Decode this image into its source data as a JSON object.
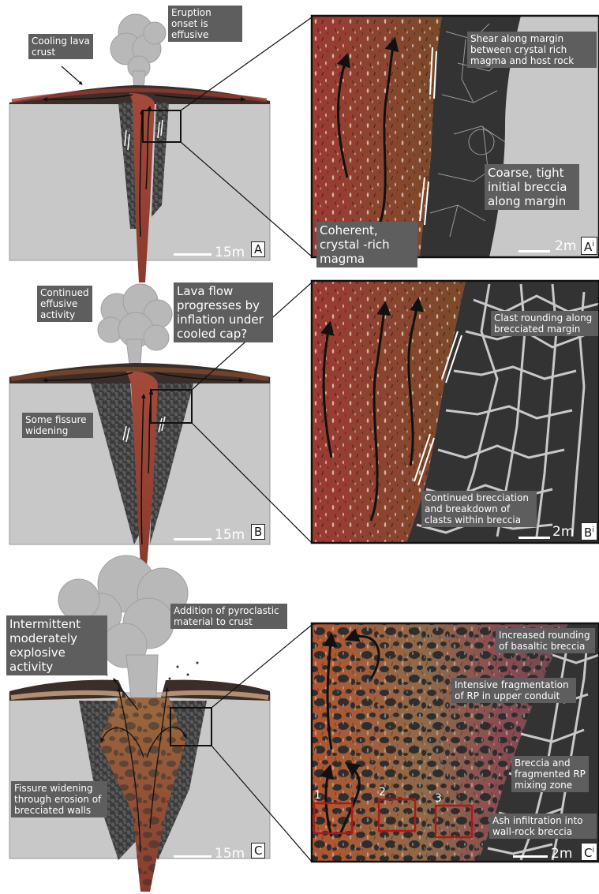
{
  "panels": [
    {
      "id": "A",
      "cross_section": {
        "scale_label": "15m",
        "panel_tag": "A",
        "annotations": [
          "Cooling lava crust",
          "Eruption onset is effusive"
        ]
      },
      "zoom": {
        "scale_label": "2m",
        "panel_tag": "A",
        "panel_tag_sup": "i",
        "annotations": [
          "Shear along margin between crystal rich magma and host rock",
          "Coarse, tight initial breccia along margin",
          "Coherent, crystal -rich magma"
        ]
      }
    },
    {
      "id": "B",
      "cross_section": {
        "scale_label": "15m",
        "panel_tag": "B",
        "annotations": [
          "Continued effusive activity",
          "Lava flow progresses by inflation under cooled cap?",
          "Some fissure widening"
        ]
      },
      "zoom": {
        "scale_label": "2m",
        "panel_tag": "B",
        "panel_tag_sup": "i",
        "annotations": [
          "Clast rounding along brecciated margin",
          "Continued brecciation and breakdown of clasts within breccia"
        ]
      }
    },
    {
      "id": "C",
      "cross_section": {
        "scale_label": "15m",
        "panel_tag": "C",
        "annotations": [
          "Intermittent moderately explosive activity",
          "Addition of pyroclastic material to crust",
          "Fissure widening through erosion of brecciated walls"
        ]
      },
      "zoom": {
        "scale_label": "2m",
        "panel_tag": "C",
        "panel_tag_sup": "i",
        "sample_boxes": [
          "1",
          "2",
          "3"
        ],
        "annotations": [
          "Increased rounding of basaltic breccia",
          "Intensive fragmentation of RP in upper conduit",
          "Breccia and fragmented RP mixing zone",
          "Ash infiltration into wall-rock breccia"
        ]
      }
    }
  ],
  "colors": {
    "host_rock": "#c8c8c8",
    "magma_red": "#9a3a2e",
    "magma_brown": "#7d4a2a",
    "breccia": "#3a3a3a",
    "crust": "#3b2e2a",
    "plume": "#b5b5b5",
    "label_bg": "#5e5e5e",
    "sample_box": "#b01818"
  }
}
